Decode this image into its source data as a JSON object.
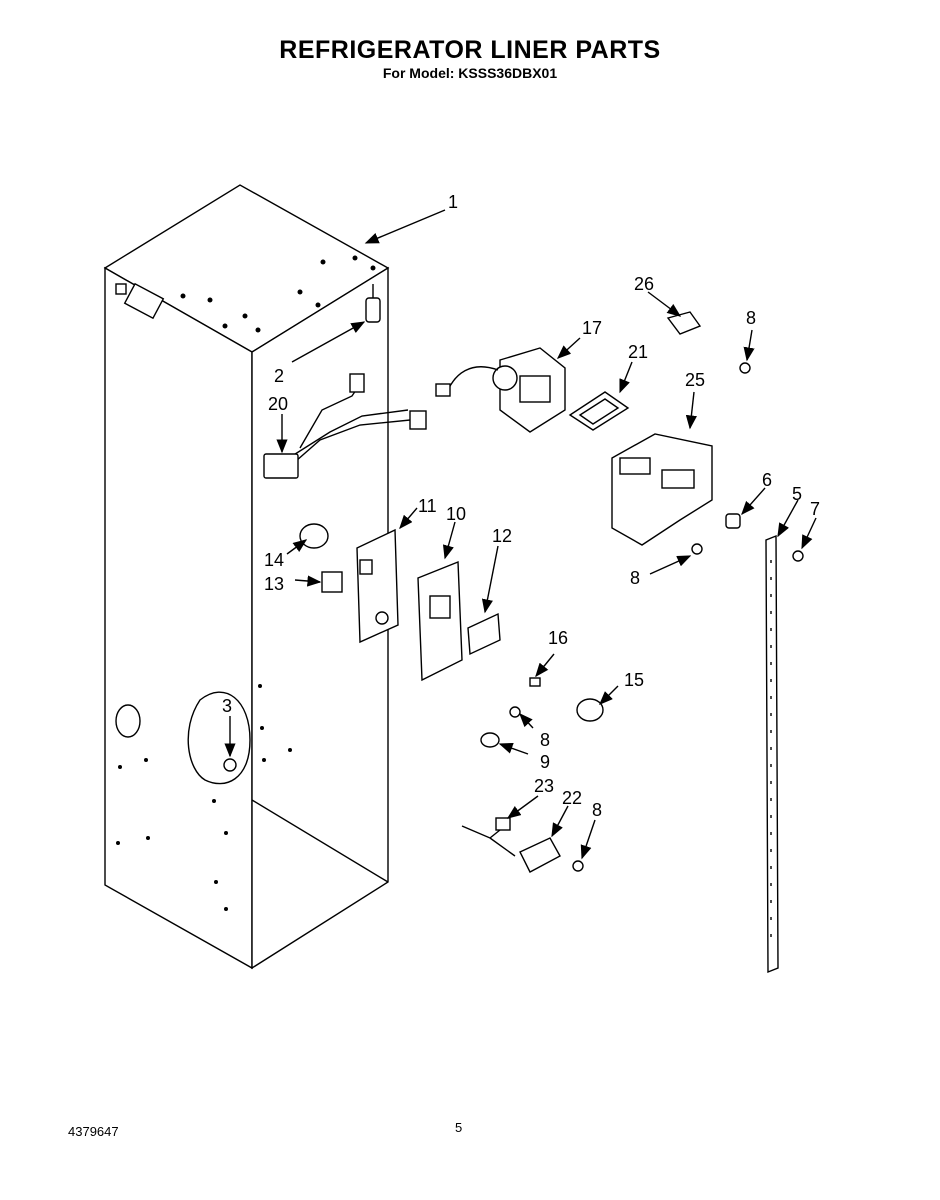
{
  "header": {
    "title": "REFRIGERATOR LINER PARTS",
    "subtitle": "For Model: KSSS36DBX01"
  },
  "footer": {
    "doc_number": "4379647",
    "page_number": "5"
  },
  "callouts": {
    "c1": "1",
    "c2": "2",
    "c3": "3",
    "c5": "5",
    "c6": "6",
    "c7": "7",
    "c8a": "8",
    "c8b": "8",
    "c8c": "8",
    "c8d": "8",
    "c9": "9",
    "c10": "10",
    "c11": "11",
    "c12": "12",
    "c13": "13",
    "c14": "14",
    "c15": "15",
    "c16": "16",
    "c17": "17",
    "c20": "20",
    "c21": "21",
    "c22": "22",
    "c23": "23",
    "c25": "25",
    "c26": "26"
  }
}
